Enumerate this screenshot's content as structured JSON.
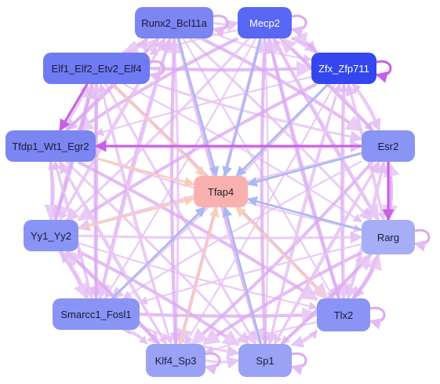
{
  "center": {
    "id": "Tfap4",
    "label": "Tfap4",
    "fill": "#f9b1b0",
    "text": "#222222"
  },
  "nodes": [
    {
      "id": "runx2",
      "label": "Runx2_Bcl11a",
      "fill": "#7b86f2",
      "text": "#1a1a3a"
    },
    {
      "id": "mecp2",
      "label": "Mecp2",
      "fill": "#5a66f4",
      "text": "#ffffff"
    },
    {
      "id": "elf1",
      "label": "Elf1_Elf2_Etv2_Elf4",
      "fill": "#6f7bf3",
      "text": "#1a1a3a"
    },
    {
      "id": "zfx",
      "label": "Zfx_Zfp711",
      "fill": "#3346f0",
      "text": "#ffffff"
    },
    {
      "id": "tfdp1",
      "label": "Tfdp1_Wt1_Egr2",
      "fill": "#7b86f2",
      "text": "#1a1a3a"
    },
    {
      "id": "esr2",
      "label": "Esr2",
      "fill": "#8a94f4",
      "text": "#1a1a3a"
    },
    {
      "id": "yy1",
      "label": "Yy1_Yy2",
      "fill": "#8a94f4",
      "text": "#1a1a3a"
    },
    {
      "id": "rarg",
      "label": "Rarg",
      "fill": "#a6aef6",
      "text": "#1a1a3a"
    },
    {
      "id": "smarcc1",
      "label": "Smarcc1_Fosl1",
      "fill": "#8a94f4",
      "text": "#1a1a3a"
    },
    {
      "id": "tlx2",
      "label": "Tlx2",
      "fill": "#8a94f4",
      "text": "#1a1a3a"
    },
    {
      "id": "klf4",
      "label": "Klf4_Sp3",
      "fill": "#9aa2f5",
      "text": "#1a1a3a"
    },
    {
      "id": "sp1",
      "label": "Sp1",
      "fill": "#9aa2f5",
      "text": "#1a1a3a"
    }
  ],
  "colors": {
    "edge_light": "#e8c6f5",
    "edge_mid": "#dca8f2",
    "edge_strong": "#c860e6",
    "edge_blue": "#aab8f2",
    "edge_peach": "#f9cdb8"
  }
}
